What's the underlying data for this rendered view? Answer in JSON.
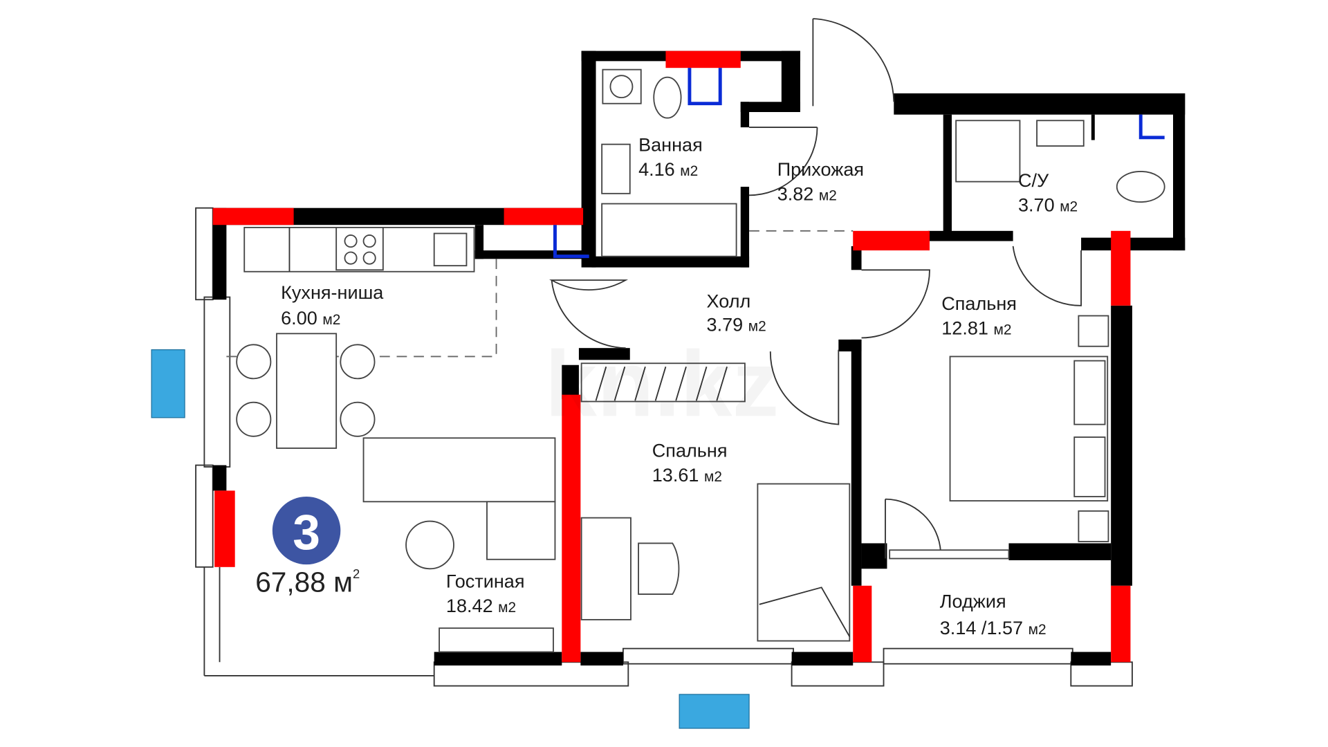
{
  "plan": {
    "rooms_count_badge": "3",
    "total_area": "67,88",
    "total_area_unit": "м",
    "total_area_sup": "2",
    "rooms": [
      {
        "name": "Ванная",
        "area": "4.16",
        "unit": "м2"
      },
      {
        "name": "Прихожая",
        "area": "3.82",
        "unit": "м2"
      },
      {
        "name": "С/У",
        "area": "3.70",
        "unit": "м2"
      },
      {
        "name": "Кухня-ниша",
        "area": "6.00",
        "unit": "м2"
      },
      {
        "name": "Холл",
        "area": "3.79",
        "unit": "м2"
      },
      {
        "name": "Спальня",
        "area": "12.81",
        "unit": "м2"
      },
      {
        "name": "Спальня",
        "area": "13.61",
        "unit": "м2"
      },
      {
        "name": "Гостиная",
        "area": "18.42",
        "unit": "м2"
      },
      {
        "name": "Лоджия",
        "area": "3.14 /1.57",
        "unit": "м2"
      }
    ]
  },
  "colors": {
    "wall": "#000000",
    "wall_highlight": "#ff0000",
    "utility": "#0a2bd6",
    "window_marker": "#3aa8e0",
    "badge": "#3d55a3"
  }
}
